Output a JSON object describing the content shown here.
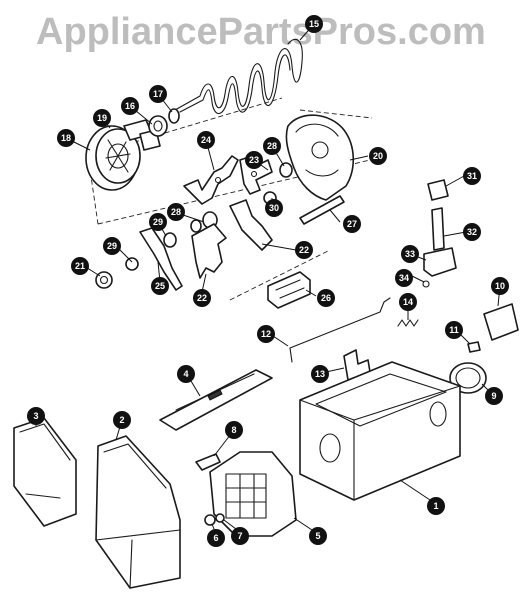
{
  "watermark": "AppliancePartsPros.com",
  "callouts": [
    "1",
    "2",
    "3",
    "4",
    "5",
    "6",
    "7",
    "8",
    "9",
    "10",
    "11",
    "12",
    "13",
    "14",
    "15",
    "16",
    "17",
    "18",
    "19",
    "20",
    "21",
    "22",
    "23",
    "24",
    "25",
    "26",
    "27",
    "28",
    "29",
    "30",
    "31",
    "32",
    "33",
    "34"
  ],
  "repeat_callouts": {
    "c22b": "22",
    "c28b": "28",
    "c29b": "29"
  }
}
